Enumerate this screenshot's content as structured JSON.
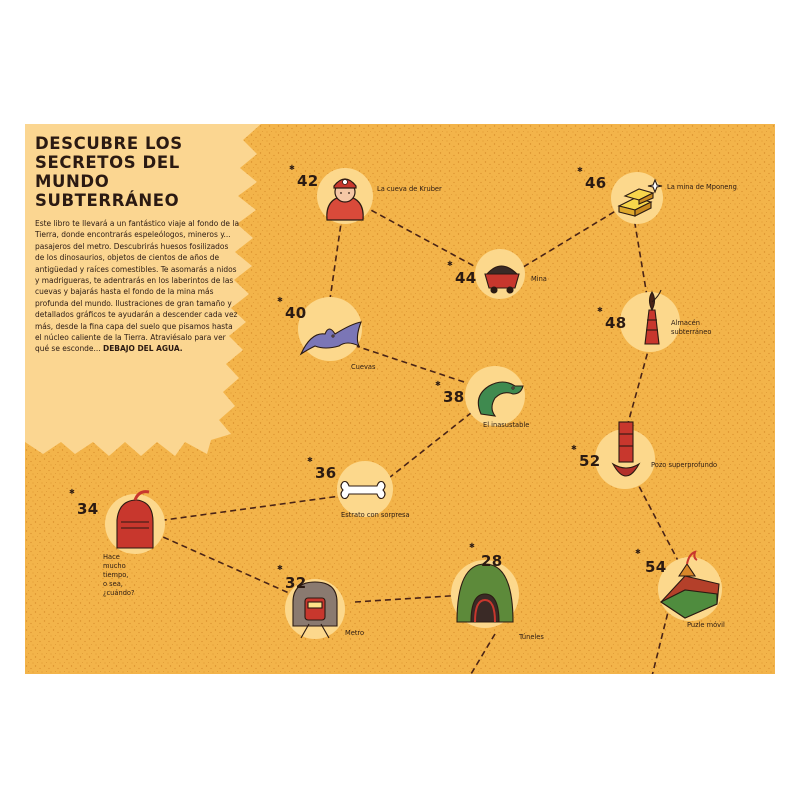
{
  "intro": {
    "title_lines": [
      "DESCUBRE LOS",
      "SECRETOS DEL MUNDO",
      "SUBTERRÁNEO"
    ],
    "body": "Este libro te llevará a un fantástico viaje al fondo de la Tierra, donde encontrarás espeleólogos, mineros y... pasajeros del metro. Descubrirás huesos fosilizados de los dinosaurios, objetos de cientos de años de antigüedad y raíces comestibles. Te asomarás a nidos y madrigueras, te adentrarás en los laberintos de las cuevas y bajarás hasta el fondo de la mina más profunda del mundo. Ilustraciones de gran tamaño y detallados gráficos te ayudarán a descender cada vez más, desde la fina capa del suelo que pisamos hasta el núcleo caliente de la Tierra. Atraviésalo para ver qué se esconde...",
    "body_end": "DEBAJO DEL AGUA."
  },
  "nodes": [
    {
      "id": "n42",
      "page": "42",
      "label": "La cueva de Kruber",
      "icon": "caver-icon"
    },
    {
      "id": "n46",
      "page": "46",
      "label": "La mina de Mponeng",
      "icon": "gold-bars-icon"
    },
    {
      "id": "n44",
      "page": "44",
      "label": "Mina",
      "icon": "mine-cart-icon"
    },
    {
      "id": "n40",
      "page": "40",
      "label": "Cuevas",
      "icon": "bat-icon"
    },
    {
      "id": "n48",
      "page": "48",
      "label": "Almacén\nsubterráneo",
      "icon": "storage-tower-icon"
    },
    {
      "id": "n38",
      "page": "38",
      "label": "El inasustable",
      "icon": "snake-icon"
    },
    {
      "id": "n52",
      "page": "52",
      "label": "Pozo superprofundo",
      "icon": "drill-icon"
    },
    {
      "id": "n36",
      "page": "36",
      "label": "Estrato con sorpresa",
      "icon": "bone-icon"
    },
    {
      "id": "n34",
      "page": "34",
      "label": "Hace mucho\ntiempo, o sea,\n¿cuándo?",
      "icon": "knight-helmet-icon"
    },
    {
      "id": "n28",
      "page": "28",
      "label": "Túneles",
      "icon": "tunnel-icon"
    },
    {
      "id": "n54",
      "page": "54",
      "label": "Puzle móvil",
      "icon": "volcano-icon"
    },
    {
      "id": "n32",
      "page": "32",
      "label": "Metro",
      "icon": "metro-train-icon"
    }
  ],
  "colors": {
    "background": "#f3b44a",
    "sand_speckle": "#d98e2c",
    "intro_panel": "#fbd691",
    "node_circle": "#fcd88c",
    "ink": "#2b1a12",
    "red": "#c8372d",
    "purple": "#7b76b6",
    "green": "#3f8a4f"
  }
}
